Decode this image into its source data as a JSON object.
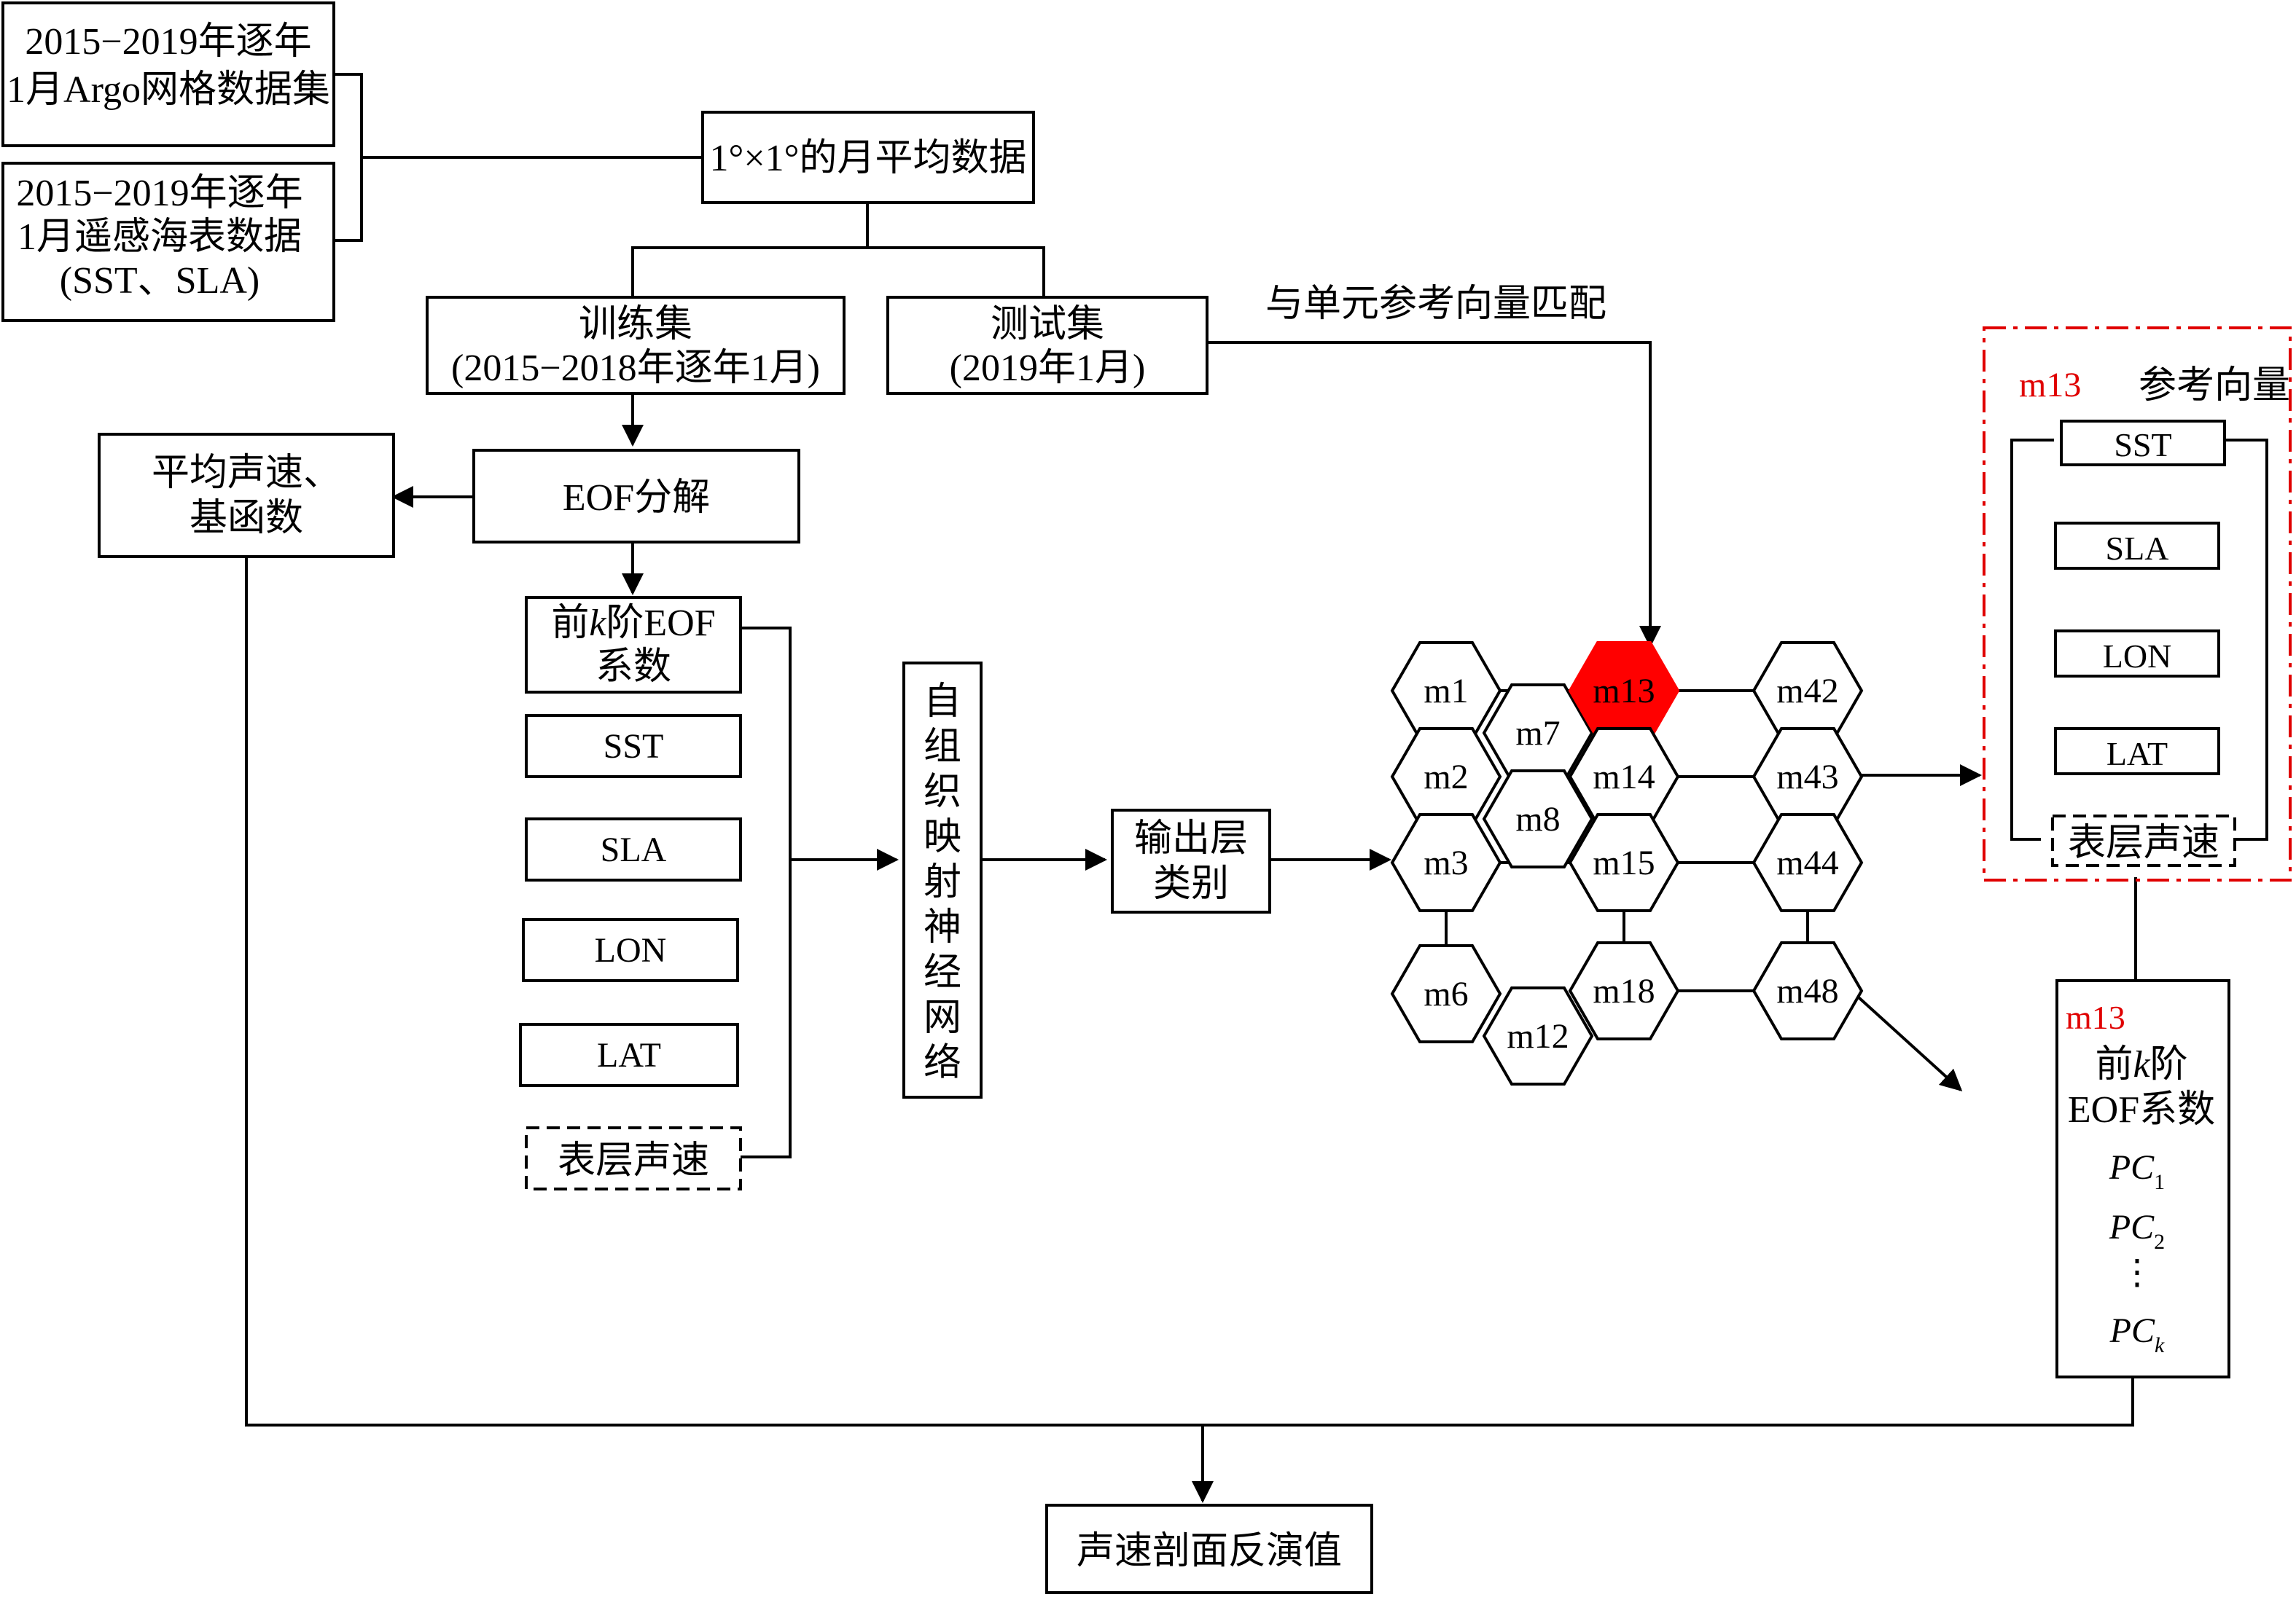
{
  "inputs": {
    "argo": [
      "2015−2019年逐年",
      "1月Argo网格数据集"
    ],
    "remote": [
      "2015−2019年逐年",
      "1月遥感海表数据",
      "(SST、SLA)"
    ]
  },
  "monthly_avg": "1°×1°的月平均数据",
  "train": [
    "训练集",
    "(2015−2018年逐年1月)"
  ],
  "test": [
    "测试集",
    "(2019年1月)"
  ],
  "match_label": "与单元参考向量匹配",
  "eof_decomp": "EOF分解",
  "mean_basis": [
    "平均声速、",
    "基函数"
  ],
  "eof_coef": {
    "pre": "前",
    "k": "k",
    "post": "阶EOF",
    "line2": "系数"
  },
  "features": [
    "SST",
    "SLA",
    "LON",
    "LAT"
  ],
  "surface_speed": "表层声速",
  "som": [
    "自",
    "组",
    "织",
    "映",
    "射",
    "神",
    "经",
    "网",
    "络"
  ],
  "output_layer": [
    "输出层",
    "类别"
  ],
  "neurons": [
    "m1",
    "m2",
    "m3",
    "m6",
    "m7",
    "m8",
    "m12",
    "m13",
    "m14",
    "m15",
    "m18",
    "m42",
    "m43",
    "m44",
    "m48"
  ],
  "highlight_neuron": "m13",
  "ref_panel": {
    "id": "m13",
    "title": "参考向量",
    "items": [
      "SST",
      "SLA",
      "LON",
      "LAT"
    ],
    "surface": "表层声速"
  },
  "pc_panel": {
    "id": "m13",
    "line1_pre": "前",
    "line1_k": "k",
    "line1_post": "阶",
    "line2": "EOF系数",
    "pcs": [
      {
        "base": "PC",
        "sub": "1"
      },
      {
        "base": "PC",
        "sub": "2"
      },
      {
        "base": "⋮",
        "sub": ""
      },
      {
        "base": "PC",
        "sub": "k"
      }
    ]
  },
  "result": "声速剖面反演值",
  "colors": {
    "highlight": "#ff0000",
    "ref_border": "#e00000",
    "label_red": "#e00000"
  }
}
